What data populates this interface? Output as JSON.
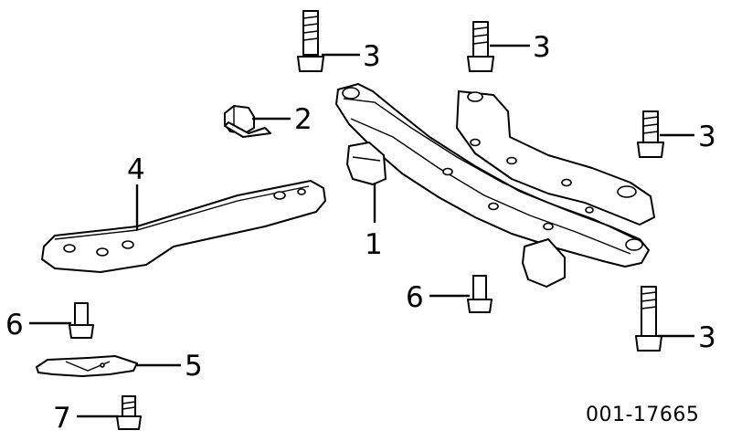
{
  "diagram": {
    "catalog_code": "001-17665",
    "callouts": {
      "c1": "1",
      "c2": "2",
      "c3a": "3",
      "c3b": "3",
      "c3c": "3",
      "c3d": "3",
      "c4": "4",
      "c5": "5",
      "c6a": "6",
      "c6b": "6",
      "c7": "7"
    }
  }
}
